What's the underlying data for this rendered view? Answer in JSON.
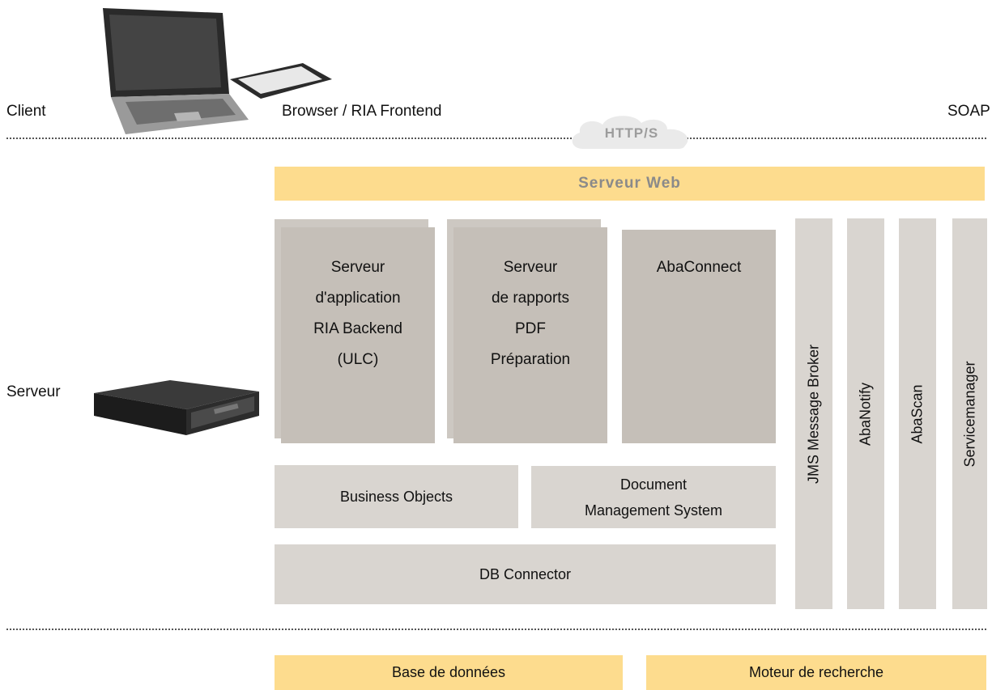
{
  "top": {
    "client_label": "Client",
    "frontend_label": "Browser / RIA Frontend",
    "soap_label": "SOAP",
    "http_label": "HTTP/S"
  },
  "server": {
    "label": "Serveur",
    "web_server": "Serveur Web",
    "app_server": [
      "Serveur",
      "d'application",
      "RIA Backend",
      "(ULC)"
    ],
    "report_server": [
      "Serveur",
      "de rapports",
      "PDF",
      "Préparation"
    ],
    "abaconnect": "AbaConnect",
    "business_objects": "Business Objects",
    "dms": [
      "Document",
      "Management System"
    ],
    "db_connector": "DB Connector",
    "columns": [
      "JMS Message Broker",
      "AbaNotify",
      "AbaScan",
      "Servicemanager"
    ]
  },
  "bottom": {
    "database": "Base de données",
    "search_engine": "Moteur de recherche"
  },
  "colors": {
    "yellow": "#fddc8e",
    "grey": "#d9d5d0",
    "stack": "#c5bfb8"
  }
}
